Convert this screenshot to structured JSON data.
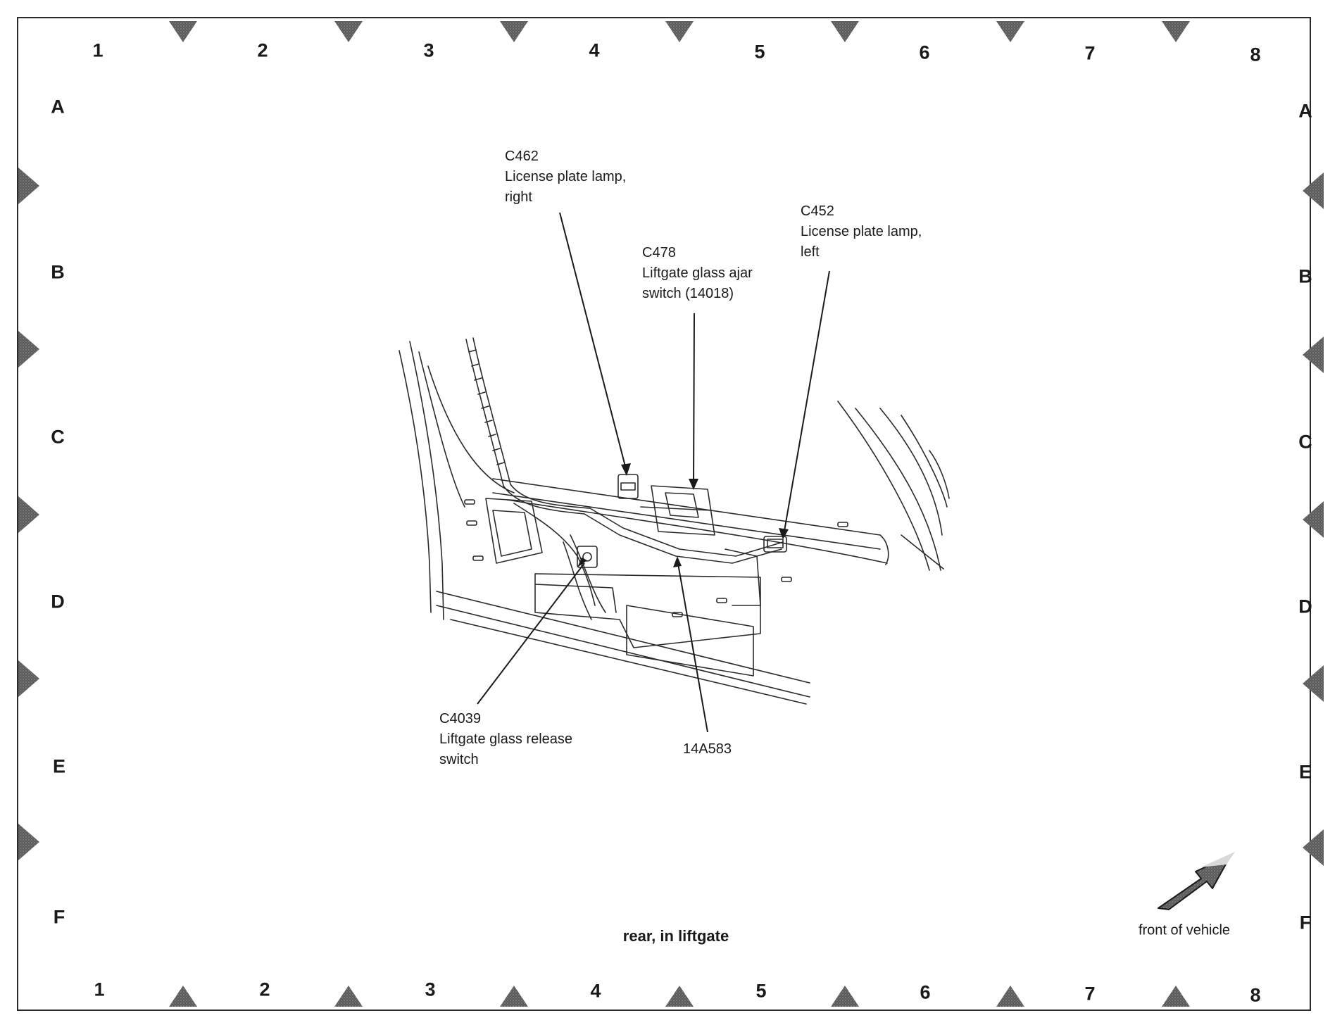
{
  "grid": {
    "columns": [
      "1",
      "2",
      "3",
      "4",
      "5",
      "6",
      "7",
      "8"
    ],
    "rows": [
      "A",
      "B",
      "C",
      "D",
      "E",
      "F"
    ]
  },
  "callouts": {
    "c462": {
      "id": "C462",
      "line1": "License plate lamp,",
      "line2": "right"
    },
    "c478": {
      "id": "C478",
      "line1": "Liftgate glass ajar",
      "line2": "switch (14018)"
    },
    "c452": {
      "id": "C452",
      "line1": "License plate lamp,",
      "line2": "left"
    },
    "c4039": {
      "id": "C4039",
      "line1": "Liftgate glass release",
      "line2": "switch"
    },
    "harness": {
      "id": "14A583"
    }
  },
  "caption": "rear, in liftgate",
  "orientation": {
    "label": "front of vehicle",
    "icon": "front-arrow-icon"
  }
}
